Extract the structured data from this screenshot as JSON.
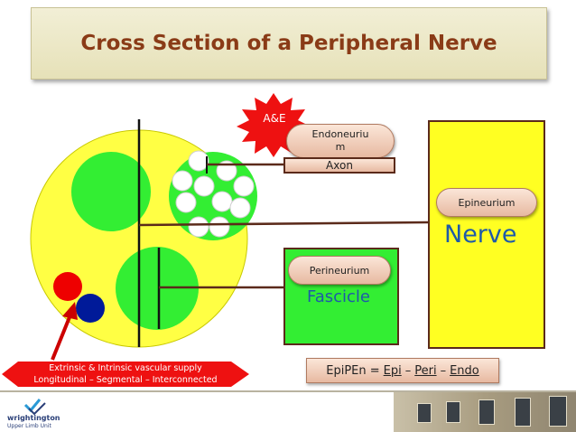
{
  "title": "Cross Section of a Peripheral Nerve",
  "labels": {
    "ae": "A&E",
    "endoneurium": "Endoneuriu\nm",
    "axon": "Axon",
    "epineurium": "Epineurium",
    "nerve": "Nerve",
    "perineurium": "Perineurium",
    "fascicle": "Fascicle",
    "vascular_line1": "Extrinsic & Intrinsic vascular supply",
    "vascular_line2": "Longitudinal – Segmental – Interconnected"
  },
  "mnemonic": {
    "prefix": "EpiPEn =",
    "epi": "Epi",
    "sep1": "–",
    "peri": "Peri",
    "sep2": "–",
    "endo": "Endo"
  },
  "logo": {
    "name": "wrightington",
    "subtitle": "Upper Limb Unit"
  },
  "colors": {
    "title": "#8a3b17",
    "nerve_fill": "#ffff22",
    "fascicle_fill": "#33ee33",
    "label_blue": "#1e5aa8",
    "artery_red": "#ee0000",
    "vein_blue": "#001a99",
    "banner_red": "#ee1111"
  }
}
